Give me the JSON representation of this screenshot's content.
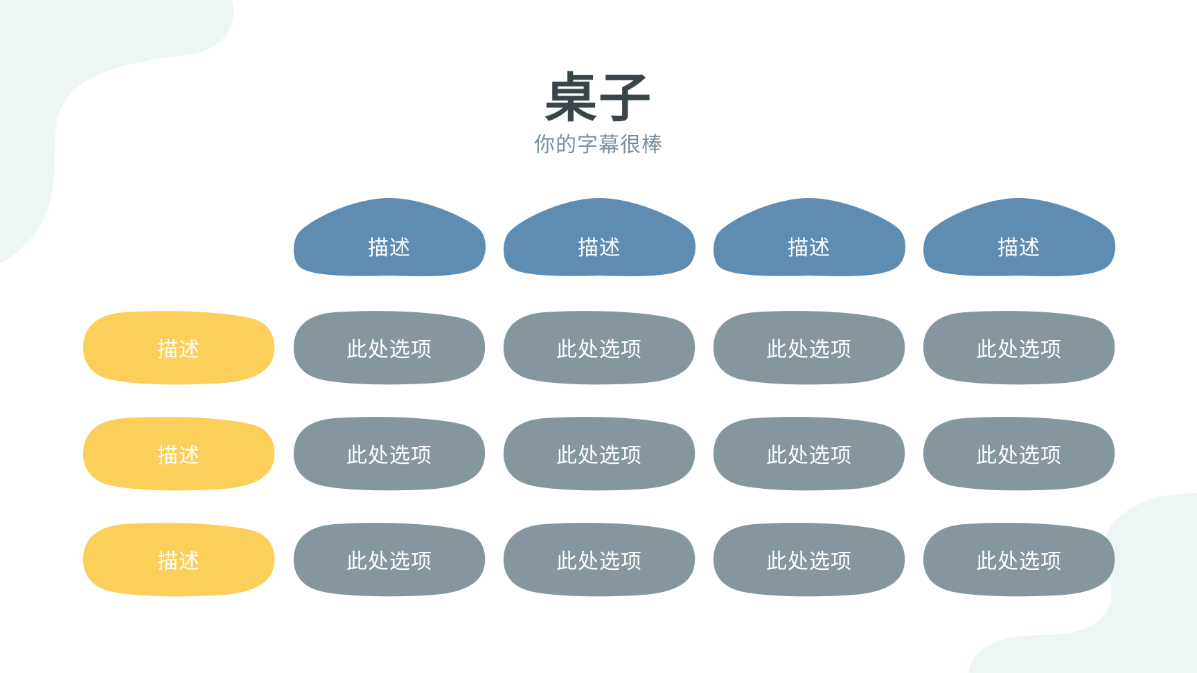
{
  "slide": {
    "title": "桌子",
    "subtitle": "你的字幕很棒"
  },
  "colors": {
    "header": "#5f8db1",
    "row_header": "#fccf5b",
    "cell": "#85969f",
    "decoration": "#eef6f5",
    "title": "#3a4549",
    "subtitle": "#7b8f9a"
  },
  "table": {
    "column_headers": [
      "描述",
      "描述",
      "描述",
      "描述"
    ],
    "rows": [
      {
        "label": "描述",
        "cells": [
          "此处选项",
          "此处选项",
          "此处选项",
          "此处选项"
        ]
      },
      {
        "label": "描述",
        "cells": [
          "此处选项",
          "此处选项",
          "此处选项",
          "此处选项"
        ]
      },
      {
        "label": "描述",
        "cells": [
          "此处选项",
          "此处选项",
          "此处选项",
          "此处选项"
        ]
      }
    ]
  }
}
